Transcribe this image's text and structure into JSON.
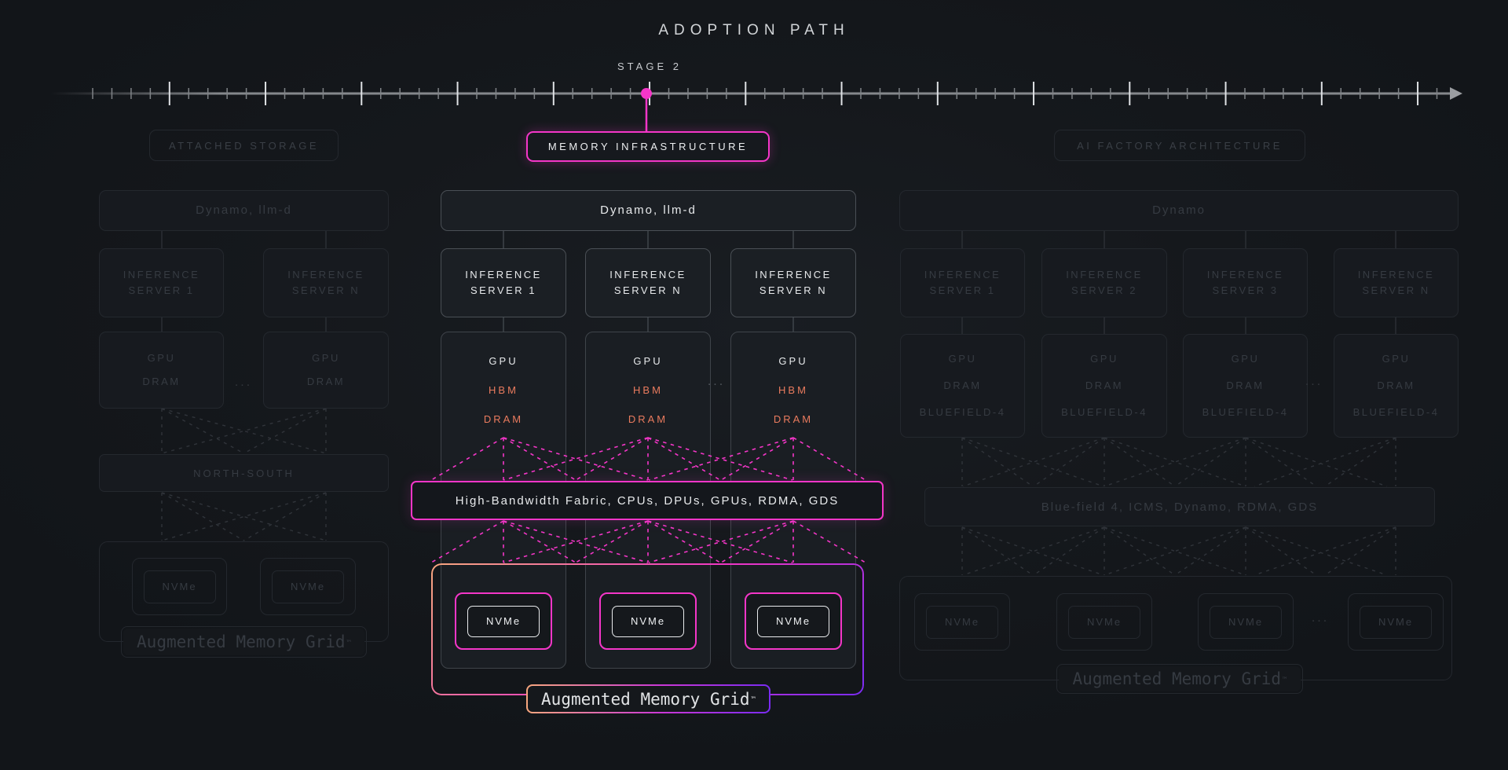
{
  "header": {
    "title": "ADOPTION PATH",
    "stage_label": "STAGE 2",
    "stage_badge": "MEMORY INFRASTRUCTURE"
  },
  "ellipsis": "...",
  "trademark": "™",
  "panels": {
    "left": {
      "header": "ATTACHED STORAGE",
      "orchestrator": "Dynamo, llm-d",
      "servers": [
        "INFERENCE SERVER 1",
        "INFERENCE SERVER N"
      ],
      "gpu_lines": [
        "GPU",
        "DRAM"
      ],
      "fabric": "NORTH-SOUTH",
      "nvme": "NVMe",
      "grid_label": "Augmented Memory Grid"
    },
    "center": {
      "orchestrator": "Dynamo, llm-d",
      "servers": [
        "INFERENCE SERVER 1",
        "INFERENCE SERVER N",
        "INFERENCE SERVER N"
      ],
      "gpu_lines": [
        "GPU",
        "HBM",
        "DRAM"
      ],
      "fabric": "High-Bandwidth Fabric, CPUs, DPUs, GPUs, RDMA, GDS",
      "nvme": "NVMe",
      "grid_label": "Augmented Memory Grid"
    },
    "right": {
      "header": "AI FACTORY ARCHITECTURE",
      "orchestrator": "Dynamo",
      "servers": [
        "INFERENCE SERVER 1",
        "INFERENCE SERVER 2",
        "INFERENCE SERVER 3",
        "INFERENCE SERVER N"
      ],
      "gpu_lines": [
        "GPU",
        "DRAM",
        "BLUEFIELD-4"
      ],
      "fabric": "Blue-field 4, ICMS, Dynamo, RDMA, GDS",
      "nvme": "NVMe",
      "grid_label": "Augmented Memory Grid"
    }
  },
  "colors": {
    "accent_pink": "#f436c8",
    "accent_coral": "#ea7b5e",
    "gradient_start": "#f7a77e",
    "gradient_end": "#7a2bf2",
    "background": "#15181c"
  }
}
